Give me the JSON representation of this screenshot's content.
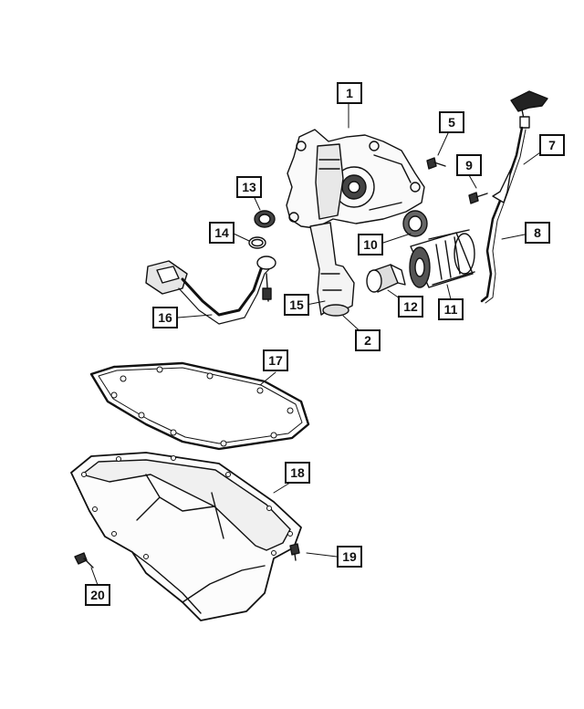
{
  "callouts": [
    {
      "id": "1",
      "label": "1"
    },
    {
      "id": "2",
      "label": "2"
    },
    {
      "id": "5",
      "label": "5"
    },
    {
      "id": "7",
      "label": "7"
    },
    {
      "id": "8",
      "label": "8"
    },
    {
      "id": "9",
      "label": "9"
    },
    {
      "id": "10",
      "label": "10"
    },
    {
      "id": "11",
      "label": "11"
    },
    {
      "id": "12",
      "label": "12"
    },
    {
      "id": "13",
      "label": "13"
    },
    {
      "id": "14",
      "label": "14"
    },
    {
      "id": "15",
      "label": "15"
    },
    {
      "id": "16",
      "label": "16"
    },
    {
      "id": "17",
      "label": "17"
    },
    {
      "id": "18",
      "label": "18"
    },
    {
      "id": "19",
      "label": "19"
    },
    {
      "id": "20",
      "label": "20"
    }
  ],
  "colors": {
    "ink": "#111111",
    "paper": "#ffffff",
    "shade": "#cfcfcf"
  }
}
